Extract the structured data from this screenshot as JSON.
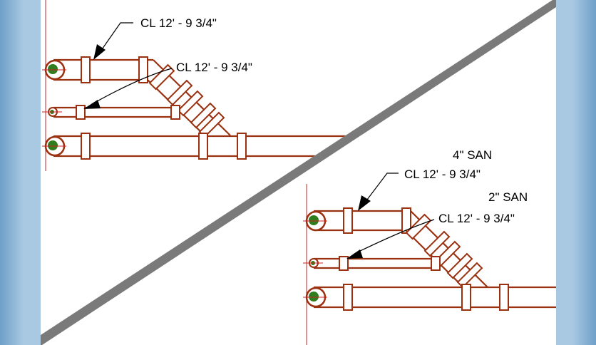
{
  "view_before": {
    "upper_label": "CL 12' - 9 3/4\"",
    "lower_label": "CL 12' - 9 3/4\""
  },
  "view_after": {
    "size_label_4in": "4\" SAN",
    "upper_label": "CL 12' - 9 3/4\"",
    "size_label_2in": "2\" SAN",
    "lower_label": "CL 12' - 9 3/4\""
  },
  "colors": {
    "pipe": "#9a3212",
    "centerline": "#cc2222",
    "cap": "#2f7d1e",
    "divider": "#7a7a7a"
  }
}
